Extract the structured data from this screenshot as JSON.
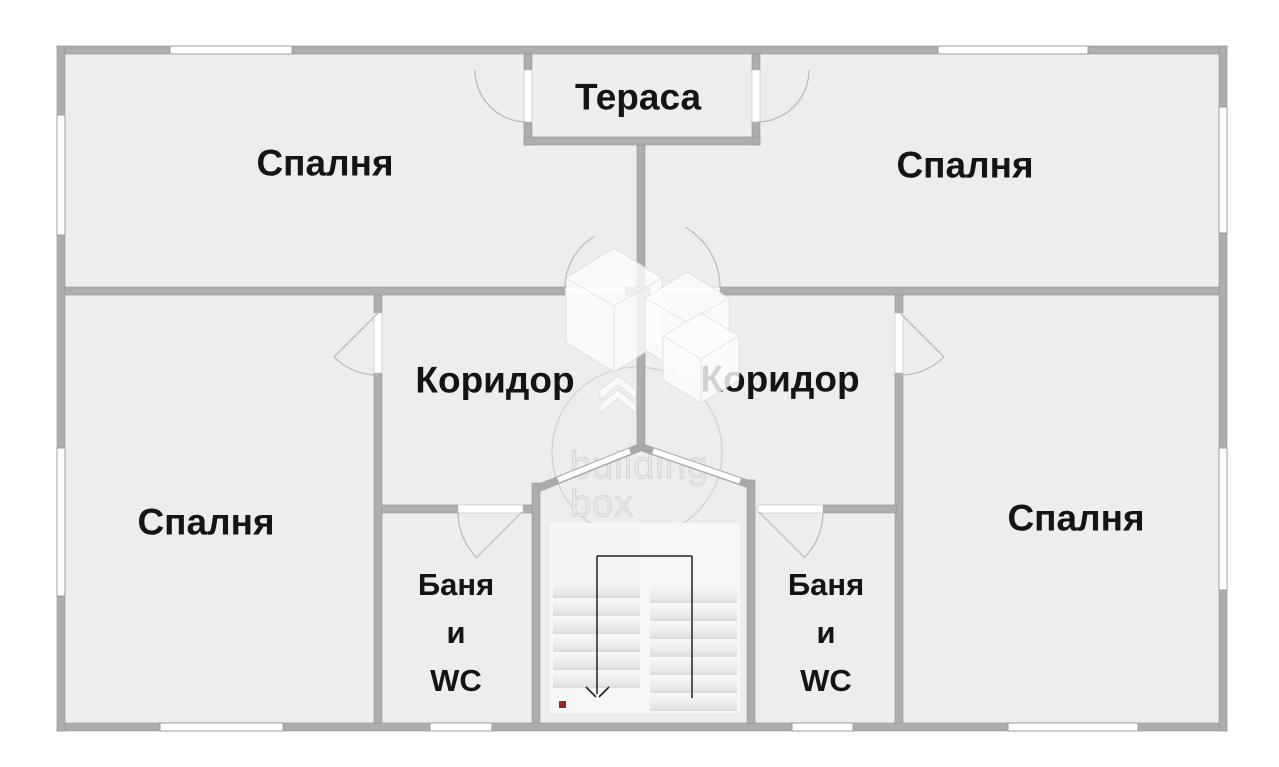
{
  "floorplan": {
    "labels": {
      "bedroom_top_left": "Спалня",
      "terrace": "Тераса",
      "bedroom_top_right": "Спалня",
      "corridor_left": "Коридор",
      "corridor_right": "Коридор",
      "bedroom_left": "Спалня",
      "bedroom_right": "Спалня",
      "bathroom_left": {
        "line1": "Баня",
        "line2": "и",
        "line3": "WC"
      },
      "bathroom_right": {
        "line1": "Баня",
        "line2": "и",
        "line3": "WC"
      }
    },
    "watermark": {
      "line1": "building",
      "line2": "box"
    },
    "colors": {
      "background": "#ffffff",
      "room_fill": "#ededed",
      "wall": "#adadad",
      "window_fill": "#ffffff",
      "label_text": "#141414",
      "watermark_text": "#dcdcdc",
      "stair_guide": "#222222",
      "red_marker": "#a32424",
      "door_arc": "#b9b9b9"
    }
  }
}
